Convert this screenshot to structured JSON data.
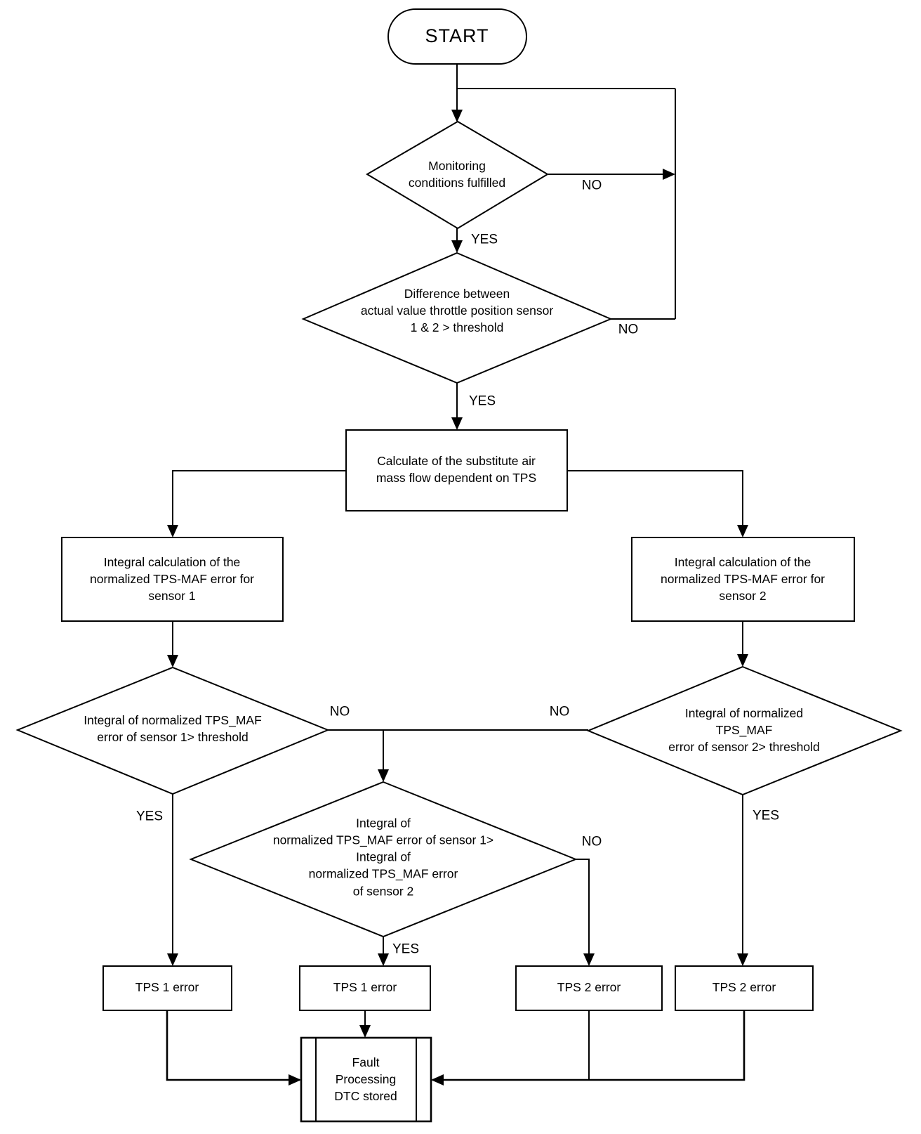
{
  "colors": {
    "line": "#000000",
    "text": "#000000",
    "background": "#ffffff"
  },
  "nodes": {
    "start": "START",
    "monitoring_decision": "Monitoring\nconditions fulfilled",
    "difference_decision": "Difference between\nactual value throttle position sensor\n1 & 2 > threshold",
    "calc_substitute": "Calculate of the substitute air\nmass flow dependent on TPS",
    "integral_sensor1": "Integral calculation of the\nnormalized TPS-MAF error for\nsensor 1",
    "integral_sensor2": "Integral calculation of the\nnormalized TPS-MAF error for\nsensor 2",
    "threshold1_decision": "Integral of normalized TPS_MAF\nerror of sensor 1> threshold",
    "threshold2_decision": "Integral of normalized TPS_MAF\nerror of sensor 2> threshold",
    "compare_decision": "Integral of\nnormalized TPS_MAF error of sensor 1>\nIntegral of\nnormalized TPS_MAF error\nof sensor 2",
    "tps1_error_left": "TPS 1 error",
    "tps1_error_mid": "TPS 1 error",
    "tps2_error_mid": "TPS 2 error",
    "tps2_error_right": "TPS 2 error",
    "fault_processing": "Fault\nProcessing\nDTC stored"
  },
  "edge_labels": {
    "monitoring_no": "NO",
    "monitoring_yes": "YES",
    "difference_no": "NO",
    "difference_yes": "YES",
    "threshold1_no": "NO",
    "threshold1_yes": "YES",
    "threshold2_no": "NO",
    "threshold2_yes": "YES",
    "compare_no": "NO",
    "compare_yes": "YES"
  }
}
